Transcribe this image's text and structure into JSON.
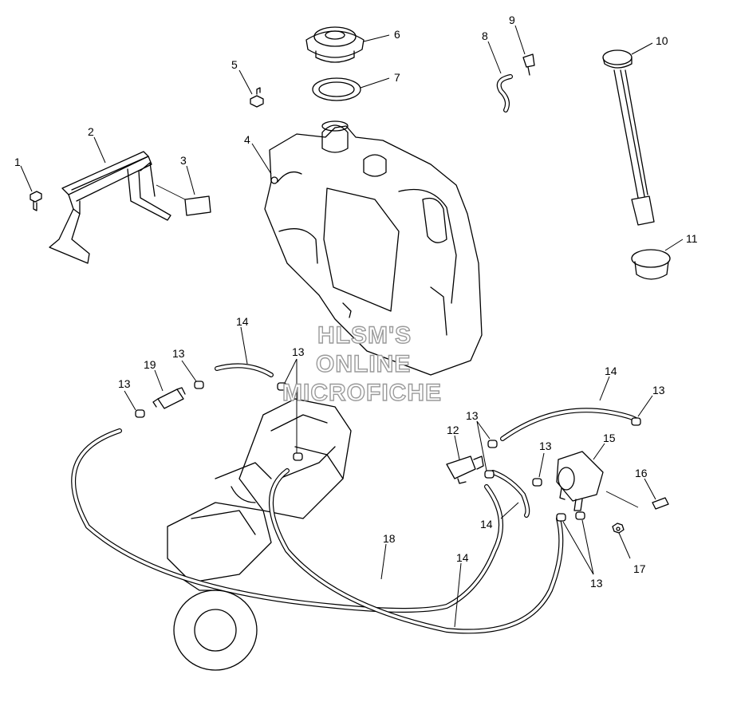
{
  "callouts": {
    "c1": "1",
    "c2": "2",
    "c3": "3",
    "c4": "4",
    "c5": "5",
    "c6": "6",
    "c7": "7",
    "c8": "8",
    "c9": "9",
    "c10": "10",
    "c11": "11",
    "c12": "12",
    "c13_a": "13",
    "c13_b": "13",
    "c13_c": "13",
    "c13_d": "13",
    "c13_e": "13",
    "c13_f": "13",
    "c13_g": "13",
    "c14_a": "14",
    "c14_b": "14",
    "c14_c": "14",
    "c14_d": "14",
    "c15": "15",
    "c16": "16",
    "c17": "17",
    "c18": "18",
    "c19": "19"
  },
  "watermark": {
    "line1": "HLSM'S",
    "line2": "ONLINE",
    "line3": "MICROFICHE"
  }
}
